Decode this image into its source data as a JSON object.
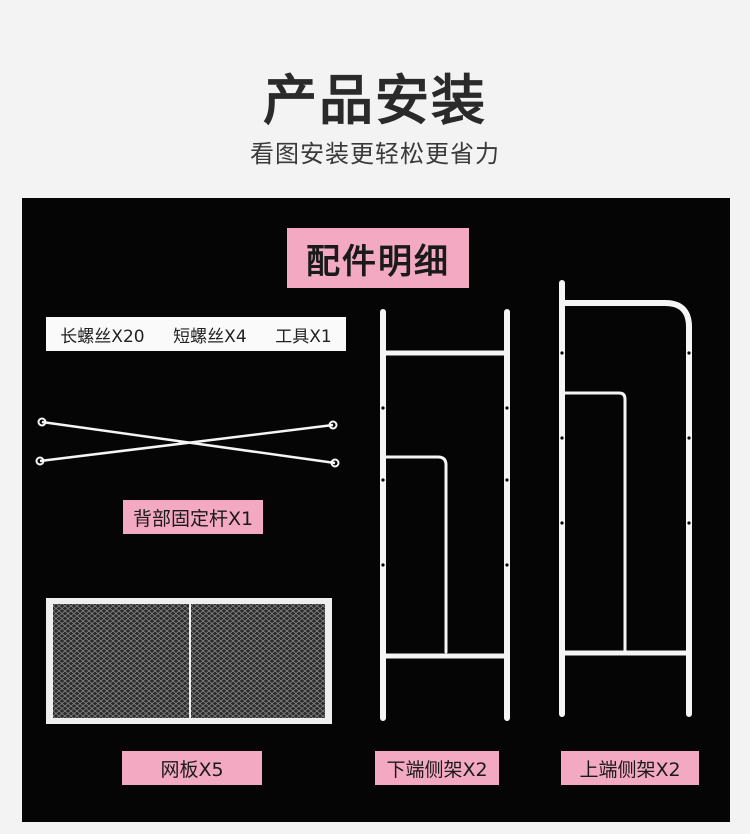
{
  "header": {
    "title": "产品安装",
    "subtitle": "看图安装更轻松更省力"
  },
  "parts": {
    "section_label": "配件明细",
    "small_parts": [
      "长螺丝X20",
      "短螺丝X4",
      "工具X1"
    ],
    "rod_label": "背部固定杆X1",
    "mesh_label": "网板X5",
    "lower_frame_label": "下端侧架X2",
    "upper_frame_label": "上端侧架X2"
  },
  "colors": {
    "tag_pink": "#f4a9c3",
    "panel_black": "#050505",
    "part_white": "#f5f5f5"
  }
}
